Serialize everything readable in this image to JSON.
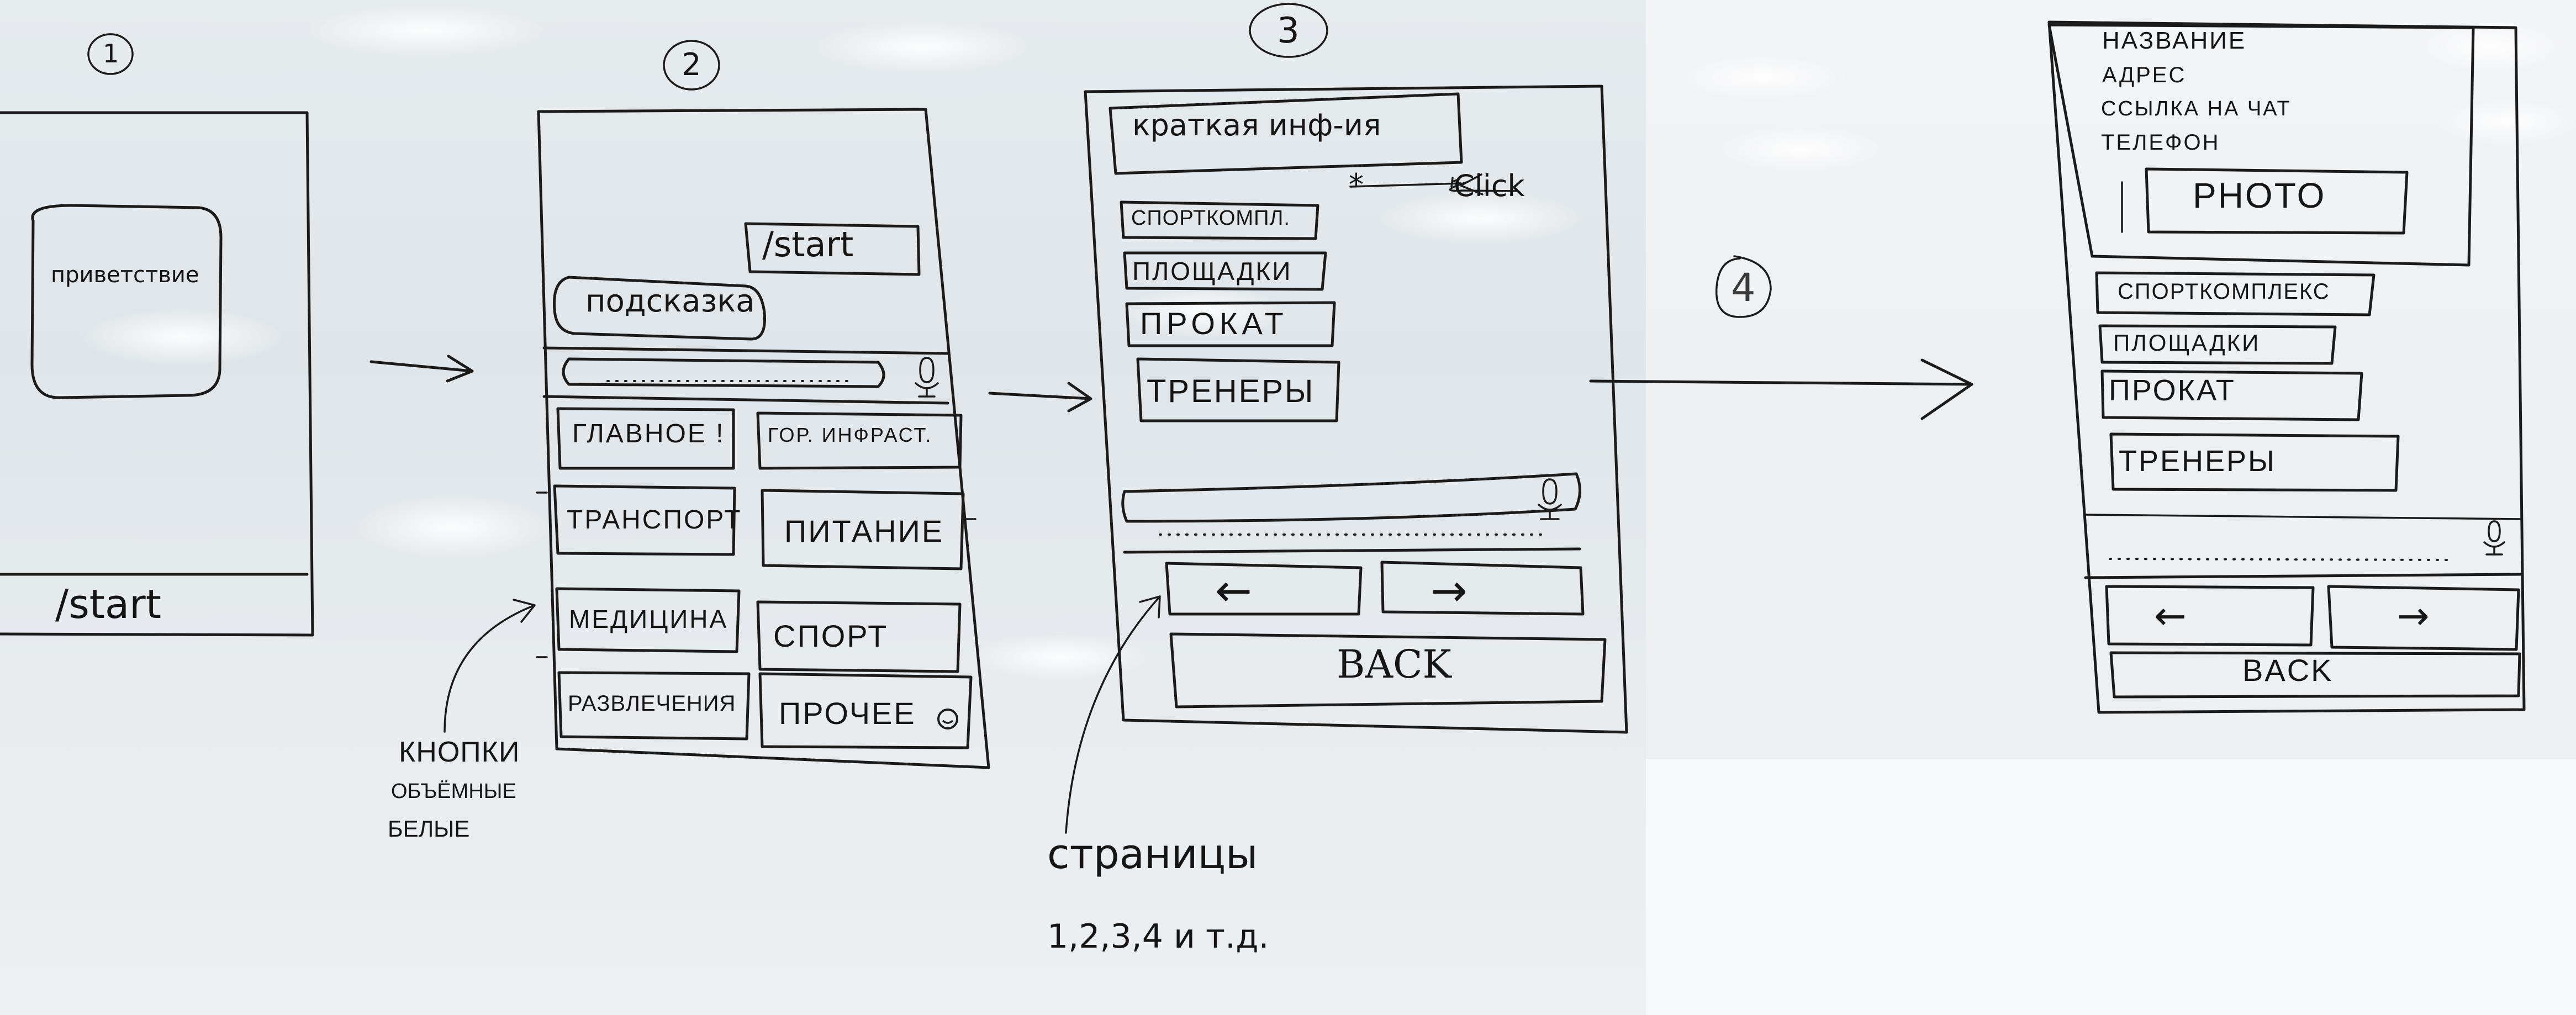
{
  "step_numbers": {
    "one": "1",
    "two": "2",
    "three": "3",
    "four": "4"
  },
  "screen1": {
    "greeting": "приветствие",
    "start_command": "/start"
  },
  "screen2": {
    "start_command": "/start",
    "hint": "подсказка",
    "buttons": [
      "ГЛАВНОЕ !",
      "ГОР. ИНФРАСТ.",
      "ТРАНСПОРТ",
      "ПИТАНИЕ",
      "МЕДИЦИНА",
      "СПОРТ",
      "РАЗВЛЕЧЕНИЯ",
      "ПРОЧЕЕ"
    ],
    "annotation_lines": [
      "КНОПКИ",
      "ОБЪЁМНЫЕ",
      "БЕЛЫЕ"
    ]
  },
  "screen3": {
    "summary": "краткая инф-ия",
    "click_note": "Click",
    "star": "*",
    "items": [
      "СПОРТКОМПЛ.",
      "ПЛОЩАДКИ",
      "ПРОКАТ",
      "ТРЕНЕРЫ"
    ],
    "prev_arrow": "←",
    "next_arrow": "→",
    "back": "BACK",
    "pages_note": "страницы",
    "pages_list": "1,2,3,4 и т.д."
  },
  "screen4": {
    "info_lines": [
      "НАЗВАНИЕ",
      "АДРЕС",
      "ССЫЛКА НА ЧАТ",
      "ТЕЛЕФОН"
    ],
    "photo": "PHOTO",
    "items": [
      "СПОРТКОМПЛЕКС",
      "ПЛОЩАДКИ",
      "ПРОКАТ",
      "ТРЕНЕРЫ"
    ],
    "prev_arrow": "←",
    "next_arrow": "→",
    "back": "BACK"
  },
  "colors": {
    "ink": "#1b1b1b",
    "board": "#e3e8eb",
    "board_right": "#f0f1f3"
  }
}
